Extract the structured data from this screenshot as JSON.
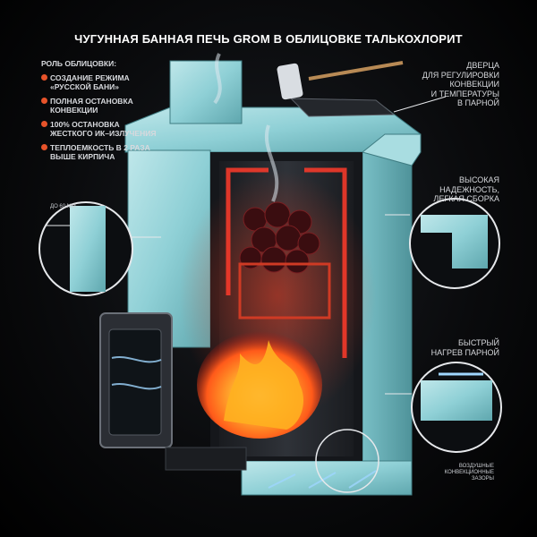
{
  "title": "ЧУГУННАЯ БАННАЯ ПЕЧЬ GROM В ОБЛИЦОВКЕ ТАЛЬКОХЛОРИТ",
  "left_panel": {
    "heading": "РОЛЬ ОБЛИЦОВКИ:",
    "bullets": [
      "СОЗДАНИЕ РЕЖИМА «РУССКОЙ БАНИ»",
      "ПОЛНАЯ ОСТАНОВКА КОНВЕКЦИИ",
      "100% ОСТАНОВКА ЖЕСТКОГО ИК–ИЗЛУЧЕНИЯ",
      "ТЕПЛОЕМКОСТЬ В 2 РАЗА ВЫШЕ КИРПИЧА"
    ],
    "accent_color": "#e7532a"
  },
  "right_labels": {
    "door_line1": "ДВЕРЦА",
    "door_line2": "ДЛЯ РЕГУЛИРОВКИ",
    "door_line3": "КОНВЕКЦИИ",
    "door_line4": "И ТЕМПЕРАТУРЫ",
    "door_line5": "В ПАРНОЙ",
    "reliability_line1": "ВЫСОКАЯ",
    "reliability_line2": "НАДЕЖНОСТЬ,",
    "reliability_line3": "ЛЕГКАЯ СБОРКА",
    "heating_line1": "БЫСТРЫЙ",
    "heating_line2": "НАГРЕВ ПАРНОЙ"
  },
  "annotations": {
    "thickness": "ДО 60 ММ",
    "gaps_line1": "ВОЗДУШНЫЕ",
    "gaps_line2": "КОНВЕКЦИОННЫЕ",
    "gaps_line3": "ЗАЗОРЫ"
  },
  "colors": {
    "stone": "#8fd0d6",
    "stone_dark": "#5fa7ae",
    "iron": "#2a2d33",
    "fire": "#ff7a1a",
    "hot": "#ff2a1a",
    "air": "#9fd6ff"
  }
}
